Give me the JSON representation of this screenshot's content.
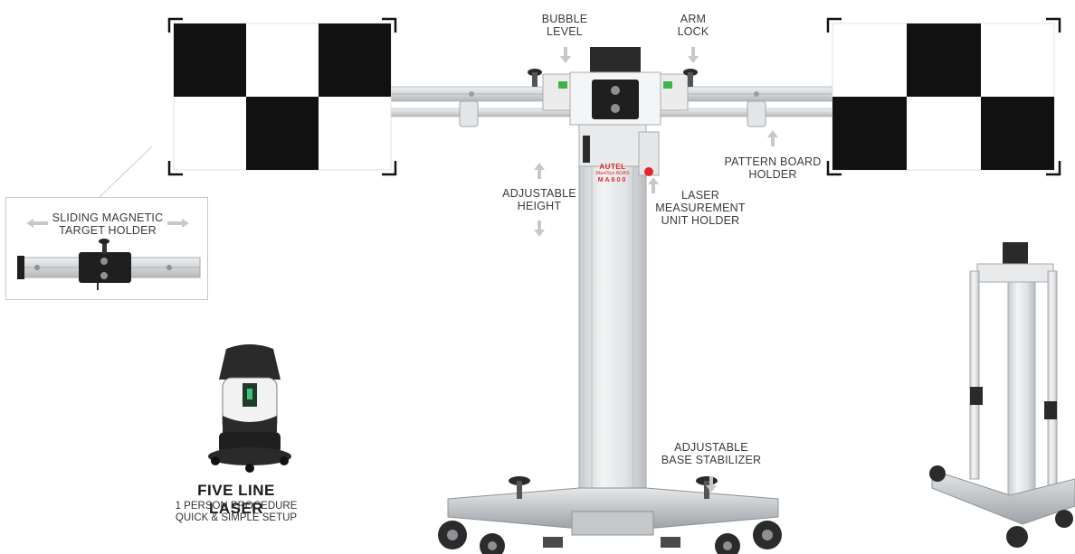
{
  "labels": {
    "bubble_level": [
      "BUBBLE",
      "LEVEL"
    ],
    "arm_lock": [
      "ARM",
      "LOCK"
    ],
    "pattern_board_holder": [
      "PATTERN BOARD",
      "HOLDER"
    ],
    "adjustable_height": [
      "ADJUSTABLE",
      "HEIGHT"
    ],
    "laser_measurement": [
      "LASER",
      "MEASUREMENT",
      "UNIT HOLDER"
    ],
    "sliding_magnetic": [
      "SLIDING MAGNETIC",
      "TARGET HOLDER"
    ],
    "base_stabilizer": [
      "ADJUSTABLE",
      "BASE STABILIZER"
    ]
  },
  "brand": {
    "name": "AUTEL",
    "model_line": "MaxiSys ADAS",
    "model": "MA600",
    "accent_color": "#e3262b"
  },
  "laser": {
    "title": "FIVE LINE LASER",
    "subtitle": [
      "1 PERSON PROCEDURE",
      "QUICK & SIMPLE SETUP"
    ]
  },
  "colors": {
    "label_text": "#3a3a3a",
    "arrow": "#c8c8c8",
    "target_black": "#111111",
    "frame": "#d9dcdf"
  }
}
